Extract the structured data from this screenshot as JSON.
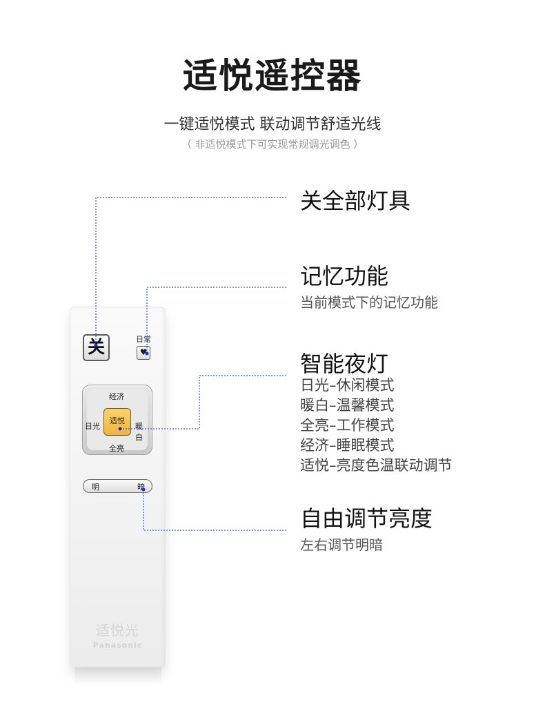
{
  "header": {
    "title": "适悦遥控器",
    "subtitle": "一键适悦模式 联动调节舒适光线",
    "note": "（ 非适悦模式下可实现常规调光调色 ）"
  },
  "remote": {
    "off_button": "关",
    "memory_label": "日常",
    "memory_icon": "heart-icon",
    "dpad": {
      "top": "经济",
      "left": "日光",
      "center": "适悦",
      "right": "暖白",
      "bottom": "全亮"
    },
    "slider": {
      "left": "明",
      "right": "暗"
    },
    "brand_cn": "适悦光",
    "brand_en": "Panasonic"
  },
  "features": {
    "off_all": {
      "title": "关全部灯具"
    },
    "memory": {
      "title": "记忆功能",
      "desc": "当前模式下的记忆功能"
    },
    "night": {
      "title": "智能夜灯",
      "items": [
        "日光–休闲模式",
        "暖白–温馨模式",
        "全亮–工作模式",
        "经济–睡眠模式",
        "适悦–亮度色温联动调节"
      ]
    },
    "brightness": {
      "title": "自由调节亮度",
      "desc": "左右调节明暗"
    }
  },
  "colors": {
    "leader_line": "#1a2bd6",
    "comfort_button": "#f0b53b"
  }
}
